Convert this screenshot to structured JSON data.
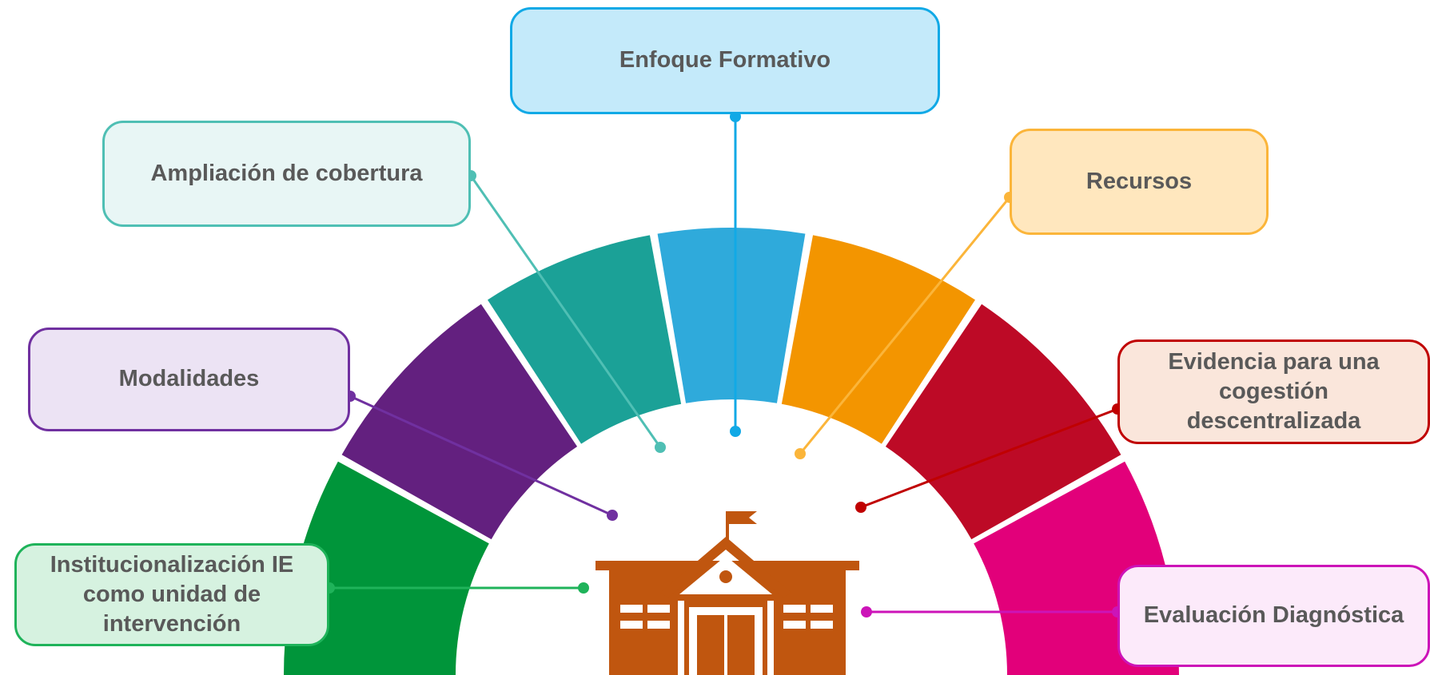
{
  "center_icon": "school-building-icon",
  "nodes": [
    {
      "id": "institucionalizacion",
      "label": "Institucionalización IE como unidad de intervención",
      "segment_color": "#00953A",
      "border_color": "#1FB35A",
      "fill_color": "#D6F2E0"
    },
    {
      "id": "modalidades",
      "label": "Modalidades",
      "segment_color": "#63207F",
      "border_color": "#7030A0",
      "fill_color": "#ECE3F4"
    },
    {
      "id": "ampliacion",
      "label": "Ampliación de cobertura",
      "segment_color": "#1BA197",
      "border_color": "#4FBFB4",
      "fill_color": "#E8F6F5"
    },
    {
      "id": "enfoque",
      "label": "Enfoque Formativo",
      "segment_color": "#2FAADB",
      "border_color": "#11A9E6",
      "fill_color": "#C4EAFA"
    },
    {
      "id": "recursos",
      "label": "Recursos",
      "segment_color": "#F39500",
      "border_color": "#FBB53A",
      "fill_color": "#FFE7BE"
    },
    {
      "id": "evidencia",
      "label": "Evidencia para una cogestión descentralizada",
      "segment_color": "#BD0A26",
      "border_color": "#C00000",
      "fill_color": "#FAE6DB"
    },
    {
      "id": "evaluacion",
      "label": "Evaluación Diagnóstica",
      "segment_color": "#E2007A",
      "border_color": "#CC14B8",
      "fill_color": "#FCEAFA"
    }
  ],
  "colors": {
    "building": "#C0560F",
    "label_text": "#595959"
  }
}
